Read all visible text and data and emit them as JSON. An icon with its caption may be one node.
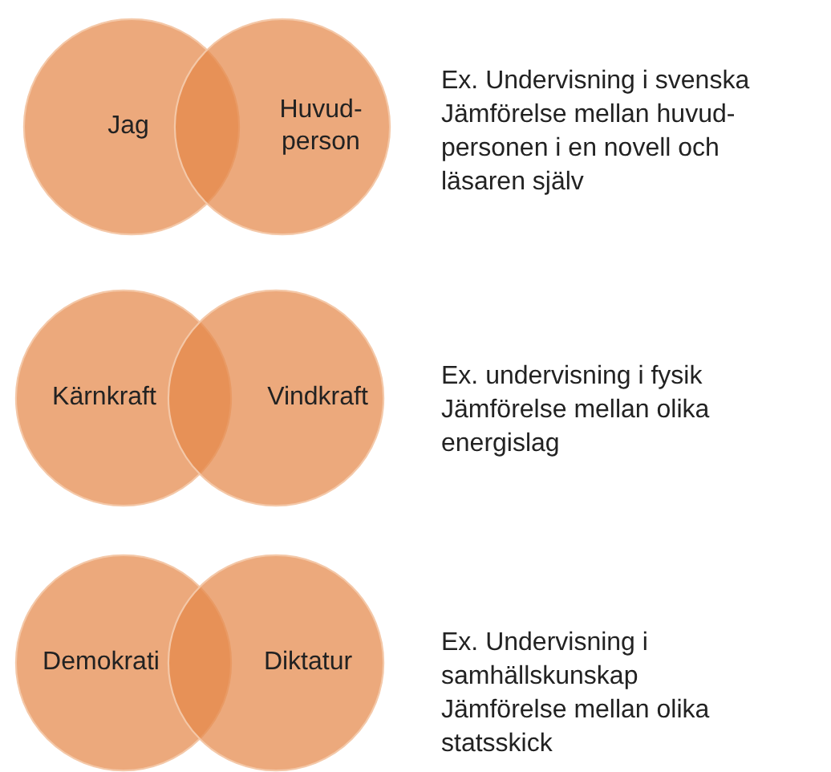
{
  "diagram": {
    "nodes": [
      {
        "text": [
          "Jag"
        ]
      },
      {
        "text": [
          "Huvud- person"
        ]
      },
      {
        "text": [
          "Kärnkraft"
        ]
      },
      {
        "text": [
          "Vindkraft"
        ]
      },
      {
        "text": [
          "Demokrati"
        ]
      },
      {
        "text": [
          "Diktatur"
        ]
      }
    ],
    "labels": [
      "Ex. Undervisning i svenska",
      "Jämförelse mellan huvud- personen i en novell och läsaren själv",
      "Ex. undervisning i fysik",
      "Jämförelse mellan olika energislag",
      "Ex. Undervisning i samhällskunskap",
      "Jämförelse mellan olika statsskick"
    ]
  }
}
